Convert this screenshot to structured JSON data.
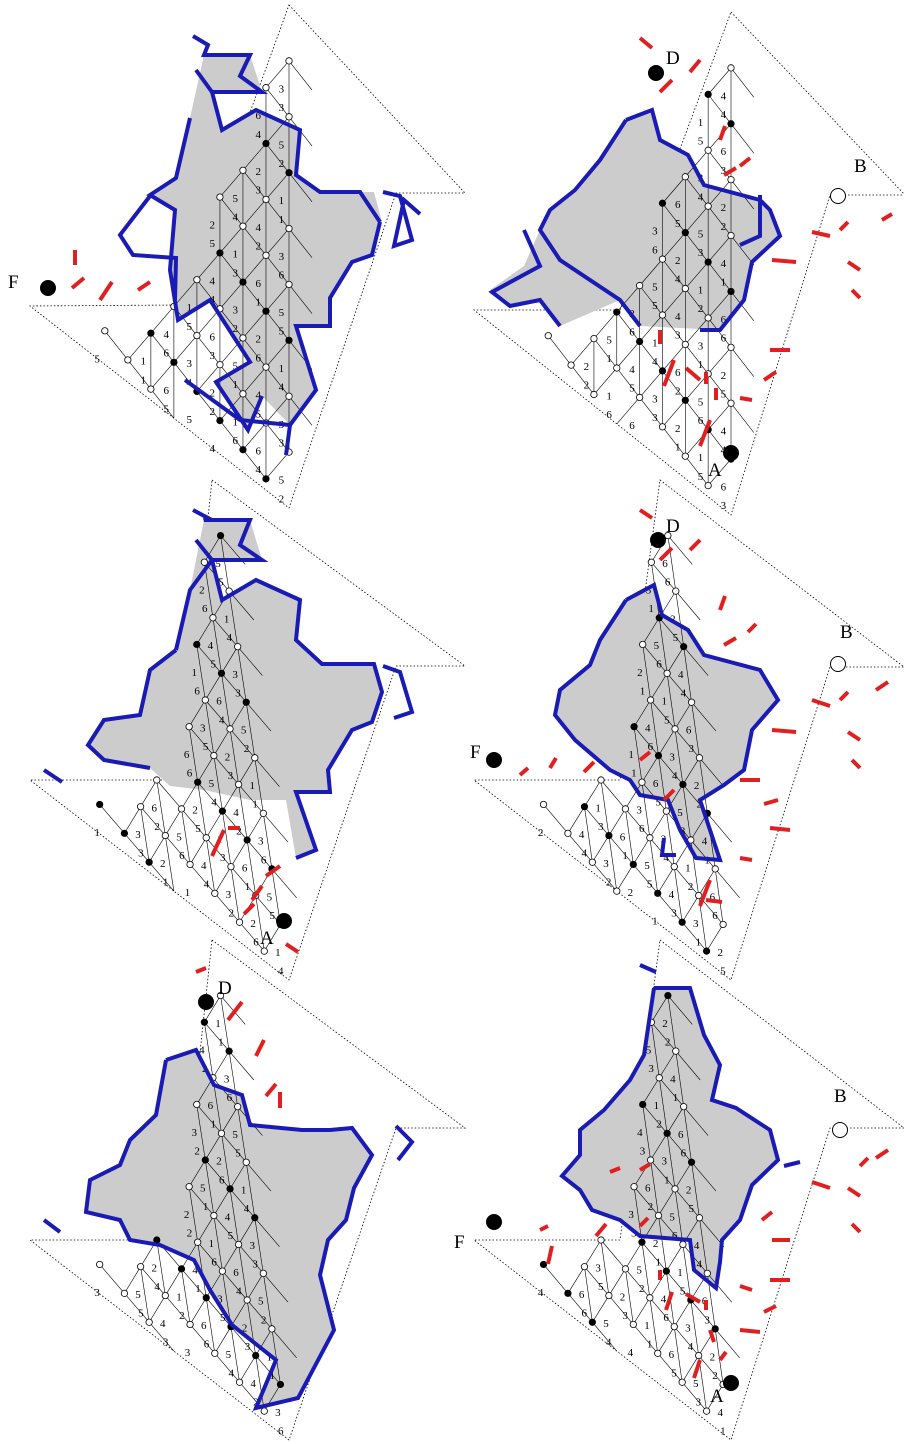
{
  "colors": {
    "shade": "#cccccc",
    "blue": "#1a1ab4",
    "red": "#e02020",
    "black": "#000000"
  },
  "panels": [
    {
      "id": "p1",
      "labels": [
        {
          "text": "F"
        }
      ]
    },
    {
      "id": "p2",
      "labels": [
        {
          "text": "D"
        },
        {
          "text": "B"
        },
        {
          "text": "A"
        }
      ]
    },
    {
      "id": "p3",
      "labels": [
        {
          "text": "A"
        }
      ]
    },
    {
      "id": "p4",
      "labels": [
        {
          "text": "D"
        },
        {
          "text": "B"
        },
        {
          "text": "F"
        }
      ]
    },
    {
      "id": "p5",
      "labels": [
        {
          "text": "D"
        }
      ]
    },
    {
      "id": "p6",
      "labels": [
        {
          "text": "B"
        },
        {
          "text": "F"
        },
        {
          "text": "A"
        }
      ]
    }
  ],
  "cycle_digits": [
    "1",
    "2",
    "3",
    "4",
    "5",
    "6"
  ]
}
